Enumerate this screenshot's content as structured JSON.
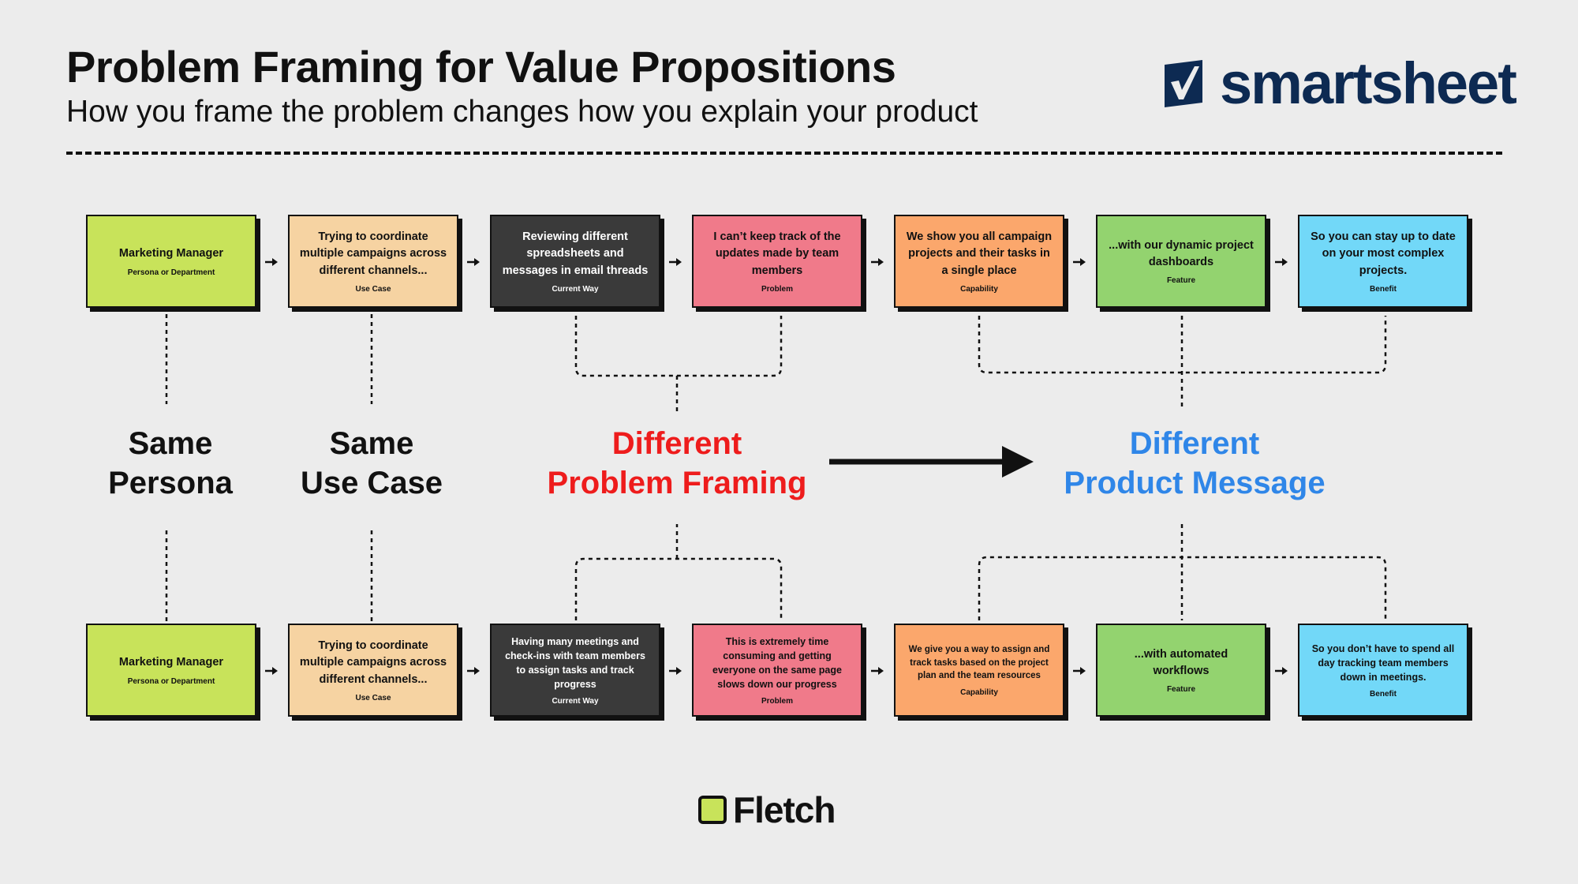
{
  "header": {
    "title": "Problem Framing for Value Propositions",
    "subtitle": "How you frame the problem changes how you explain your product"
  },
  "brand": {
    "name": "smartsheet",
    "color": "#0d2a52"
  },
  "colors": {
    "persona": "#c8e35a",
    "use_case": "#f6d3a2",
    "current_way": "#3a3a3a",
    "problem": "#f07a8a",
    "capability": "#fba76c",
    "feature": "#93d36f",
    "benefit": "#72d8f8",
    "red": "#ee1c1c",
    "blue": "#2f86e8"
  },
  "rows": [
    [
      {
        "text": "Marketing Manager",
        "label": "Persona or Department"
      },
      {
        "text": "Trying to coordinate multiple campaigns across different channels...",
        "label": "Use Case"
      },
      {
        "text": "Reviewing different spreadsheets and messages in email threads",
        "label": "Current Way"
      },
      {
        "text": "I can’t keep track of the updates made by team members",
        "label": "Problem"
      },
      {
        "text": "We show you all campaign projects and their tasks in a single place",
        "label": "Capability"
      },
      {
        "text": "...with our dynamic project dashboards",
        "label": "Feature"
      },
      {
        "text": "So you can stay up to date on your most complex projects.",
        "label": "Benefit"
      }
    ],
    [
      {
        "text": "Marketing Manager",
        "label": "Persona or Department"
      },
      {
        "text": "Trying to coordinate multiple campaigns across different channels...",
        "label": "Use Case"
      },
      {
        "text": "Having many meetings and check-ins with team members to assign tasks and track progress",
        "label": "Current Way"
      },
      {
        "text": "This is extremely time consuming and getting everyone on the same page slows down our progress",
        "label": "Problem"
      },
      {
        "text": "We give you a way to assign and track tasks based on the project plan and the team resources",
        "label": "Capability"
      },
      {
        "text": "...with automated workflows",
        "label": "Feature"
      },
      {
        "text": "So you don’t have to spend all day tracking team members down in meetings.",
        "label": "Benefit"
      }
    ]
  ],
  "labels": {
    "same_persona": [
      "Same",
      "Persona"
    ],
    "same_use_case": [
      "Same",
      "Use Case"
    ],
    "different_problem": [
      "Different",
      "Problem Framing"
    ],
    "different_message": [
      "Different",
      "Product Message"
    ]
  },
  "footer": {
    "brand": "Fletch"
  },
  "icons": [
    "smartsheet-check-icon",
    "arrow-right-icon",
    "fletch-square-icon"
  ]
}
